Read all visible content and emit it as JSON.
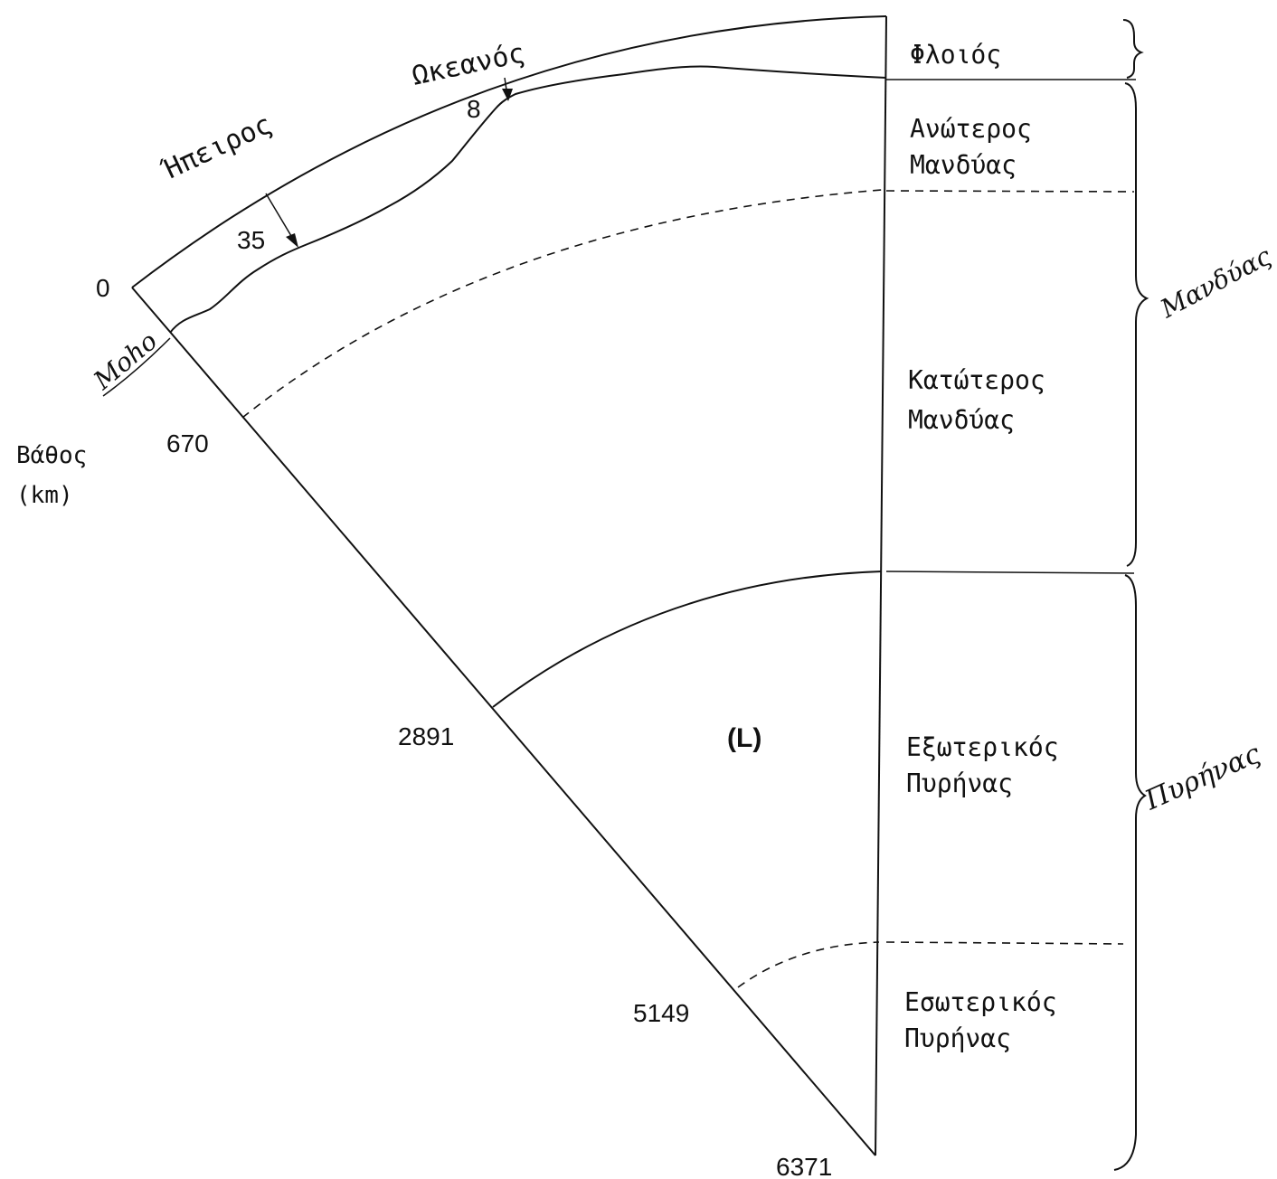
{
  "labels": {
    "ocean": "Ωκεανός",
    "continent": "Ήπειρος",
    "moho": "Moho",
    "depth_title": "Βάθος",
    "depth_unit": "(km)",
    "liquid_marker": "(L)",
    "ocean_crust_thickness": "8",
    "continent_crust_thickness": "35"
  },
  "depth_ticks": [
    "0",
    "670",
    "2891",
    "5149",
    "6371"
  ],
  "layers": {
    "crust": "Φλοιός",
    "upper_mantle": [
      "Ανώτερος",
      "Μανδύας"
    ],
    "lower_mantle": [
      "Κατώτερος",
      "Μανδύας"
    ],
    "outer_core": [
      "Εξωτερικός",
      "Πυρήνας"
    ],
    "inner_core": [
      "Εσωτερικός",
      "Πυρήνας"
    ]
  },
  "groups": {
    "mantle": "Μανδύας",
    "core": "Πυρήνας"
  }
}
